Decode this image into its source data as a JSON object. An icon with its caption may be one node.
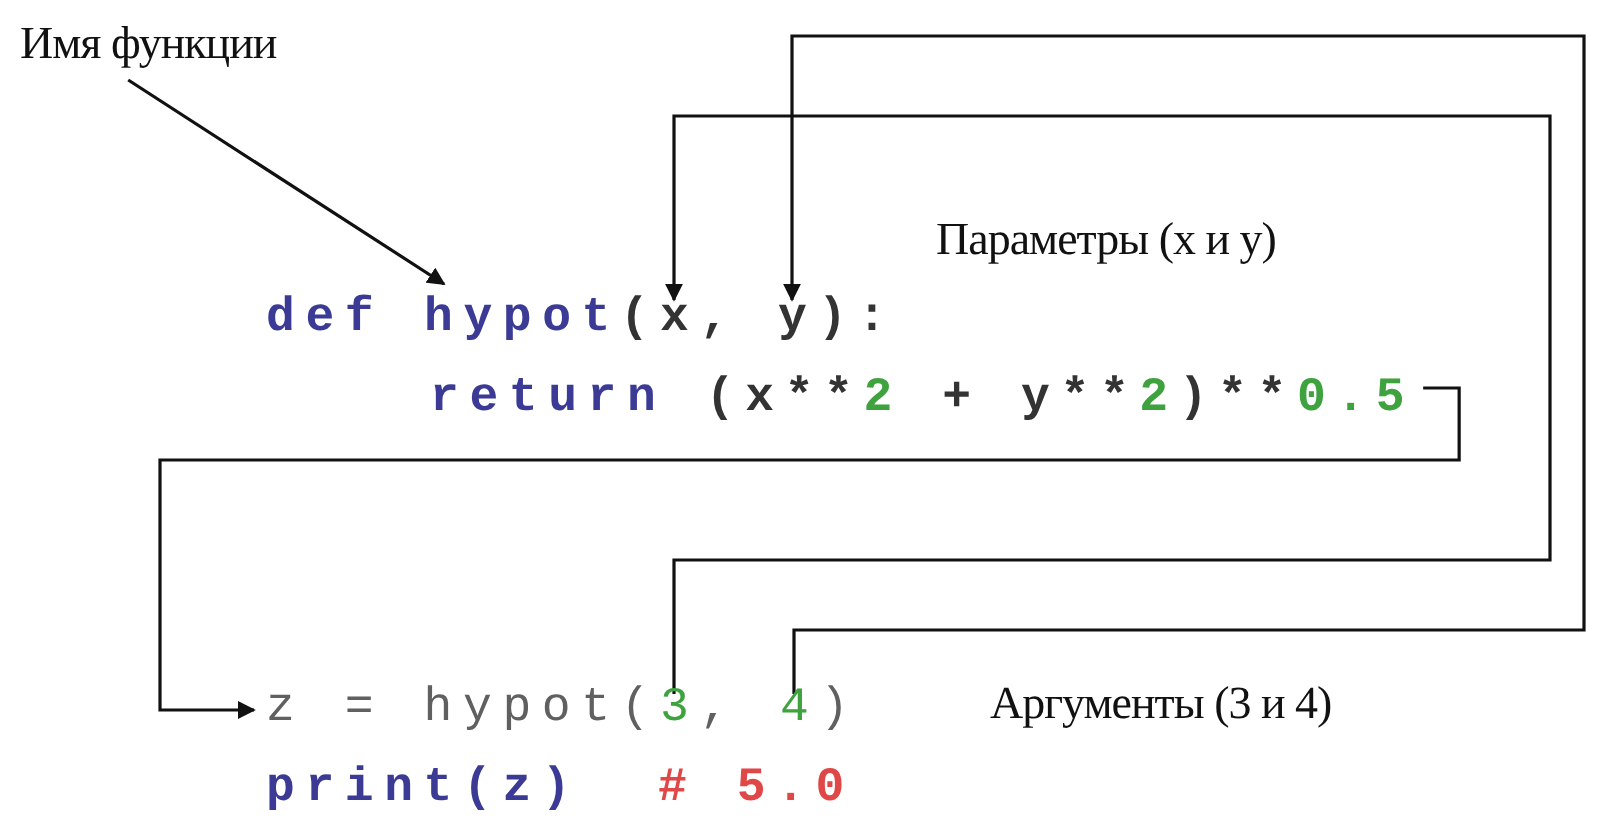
{
  "diagram": {
    "nodes": [
      {
        "text": [
          "Имя функции"
        ]
      },
      {
        "text": [
          "hypot"
        ]
      },
      {
        "text": [
          "x"
        ]
      },
      {
        "text": [
          "y"
        ]
      },
      {
        "text": [
          "return (x**2 + y**2)**0.5"
        ]
      },
      {
        "text": [
          "z = hypot("
        ]
      },
      {
        "text": [
          "3"
        ]
      },
      {
        "text": [
          "4"
        ]
      }
    ],
    "edges": [
      {
        "from": 0,
        "to": 1,
        "arrow": "to"
      },
      {
        "from": 6,
        "to": 2,
        "arrow": "to"
      },
      {
        "from": 7,
        "to": 3,
        "arrow": "to"
      },
      {
        "from": 4,
        "to": 5,
        "arrow": "to"
      }
    ],
    "labels": [
      "Параметры (x и y)",
      "def",
      "(",
      ",",
      "):",
      ",",
      ")",
      "Аргументы (3 и 4)",
      "print(z)",
      "# 5.0"
    ]
  }
}
